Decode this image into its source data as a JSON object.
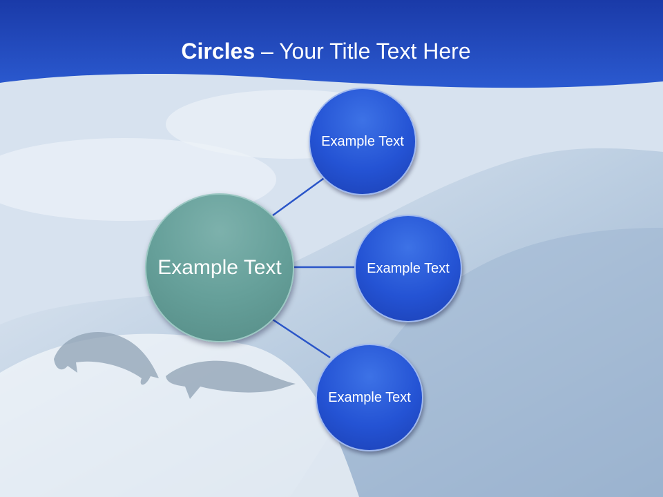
{
  "slide": {
    "title_bold": "Circles",
    "title_rest": " – Your Title Text Here"
  },
  "diagram": {
    "center": {
      "text": "Example Text"
    },
    "nodes": [
      {
        "text": "Example Text"
      },
      {
        "text": "Example Text"
      },
      {
        "text": "Example Text"
      }
    ]
  },
  "colors": {
    "banner": "#1d44b8",
    "node_fill": "#2453d4",
    "center_fill": "#66a09a",
    "connector": "#2a55c8"
  }
}
